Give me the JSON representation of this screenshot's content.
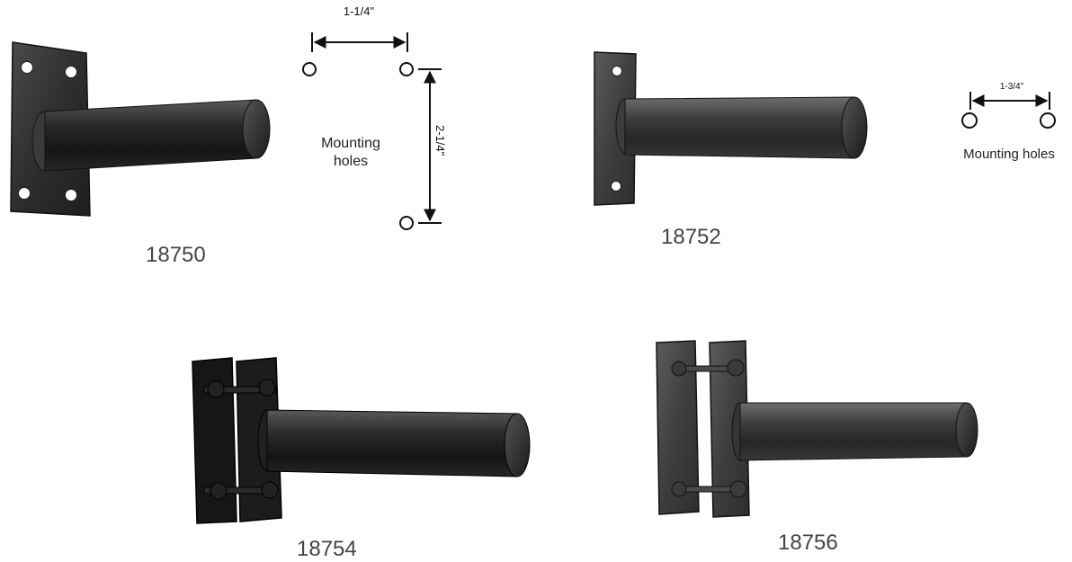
{
  "products": [
    {
      "id": "18750",
      "label": "18750"
    },
    {
      "id": "18752",
      "label": "18752"
    },
    {
      "id": "18754",
      "label": "18754"
    },
    {
      "id": "18756",
      "label": "18756"
    }
  ],
  "diagram_4hole": {
    "horizontal_dim": "1-1/4\"",
    "vertical_dim": "2-1/4\"",
    "label_line1": "Mounting",
    "label_line2": "holes"
  },
  "diagram_2hole": {
    "horizontal_dim": "1-3/4\"",
    "label": "Mounting holes"
  },
  "colors": {
    "metal_dark": "#1c1c1c",
    "metal_mid": "#3a3a3a",
    "metal_light": "#6a6a6a"
  }
}
